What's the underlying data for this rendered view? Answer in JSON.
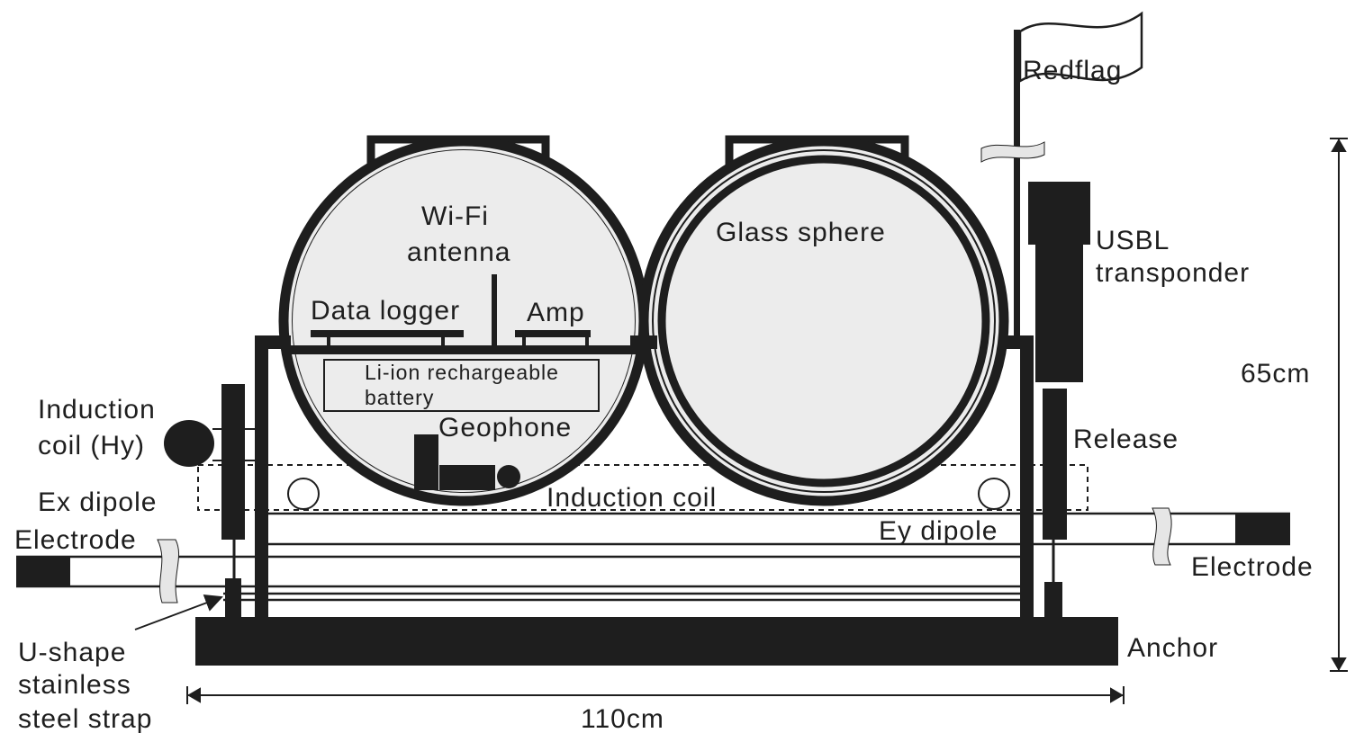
{
  "labels": {
    "redflag": "Redflag",
    "wifi_1": "Wi-Fi",
    "wifi_2": "antenna",
    "glass_sphere": "Glass sphere",
    "usbl_1": "USBL",
    "usbl_2": "transponder",
    "data_logger": "Data logger",
    "amp": "Amp",
    "battery_1": "Li-ion rechargeable",
    "battery_2": "battery",
    "height": "65cm",
    "induction_hy_1": "Induction",
    "induction_hy_2": "coil (Hy)",
    "geophone": "Geophone",
    "release": "Release",
    "ex_dipole": "Ex dipole",
    "induction_coil": "Induction coil",
    "electrode_left": "Electrode",
    "ey_dipole": "Ey dipole",
    "electrode_right": "Electrode",
    "strap_1": "U-shape",
    "strap_2": "stainless",
    "strap_3": "steel strap",
    "anchor": "Anchor",
    "width": "110cm"
  },
  "colors": {
    "ink": "#1e1e1e",
    "sphere_fill": "#ececec"
  }
}
